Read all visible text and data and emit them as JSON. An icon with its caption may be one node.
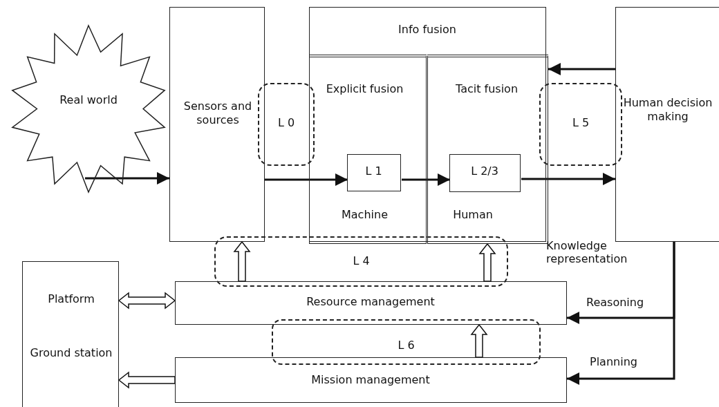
{
  "diagram": {
    "nodes": [
      {
        "text": [
          "Real world"
        ]
      },
      {
        "text": [
          "Sensors and sources"
        ]
      },
      {
        "text": [
          "Info fusion"
        ]
      },
      {
        "text": [
          "Explicit fusion",
          "Machine"
        ],
        "in": 2
      },
      {
        "text": [
          "L 1"
        ],
        "in": 3
      },
      {
        "text": [
          "Tacit fusion",
          "Human"
        ],
        "in": 2
      },
      {
        "text": [
          "L 2/3"
        ],
        "in": 5
      },
      {
        "text": [
          "L 0"
        ]
      },
      {
        "text": [
          "L 5"
        ]
      },
      {
        "text": [
          "Human decision making"
        ]
      },
      {
        "text": [
          "Platform",
          "Ground station"
        ]
      },
      {
        "text": [
          "L 4"
        ]
      },
      {
        "text": [
          "Resource management"
        ]
      },
      {
        "text": [
          "L 6"
        ]
      },
      {
        "text": [
          "Mission management"
        ]
      }
    ],
    "edges": [
      {
        "from": 0,
        "to": 1,
        "arrow": "to"
      },
      {
        "from": 1,
        "to": 4,
        "arrow": "to"
      },
      {
        "from": 4,
        "to": 6,
        "arrow": "to"
      },
      {
        "from": 6,
        "to": 9,
        "arrow": "to"
      },
      {
        "from": 9,
        "to": 5,
        "arrow": "to"
      },
      {
        "from": 12,
        "to": 1,
        "arrow": "to",
        "style": "thick"
      },
      {
        "from": 12,
        "to": 5,
        "arrow": "to",
        "style": "thick"
      },
      {
        "from": 14,
        "to": 12,
        "arrow": "to",
        "style": "thick"
      },
      {
        "from": 10,
        "to": 12,
        "arrow": "both",
        "style": "thick"
      },
      {
        "from": 14,
        "to": 10,
        "arrow": "to",
        "style": "thick"
      },
      {
        "from": 9,
        "to": 12,
        "arrow": "to",
        "label": "Reasoning"
      },
      {
        "from": 9,
        "to": 14,
        "arrow": "to",
        "label": "Planning"
      }
    ],
    "labels": [
      "Knowledge representation"
    ]
  }
}
